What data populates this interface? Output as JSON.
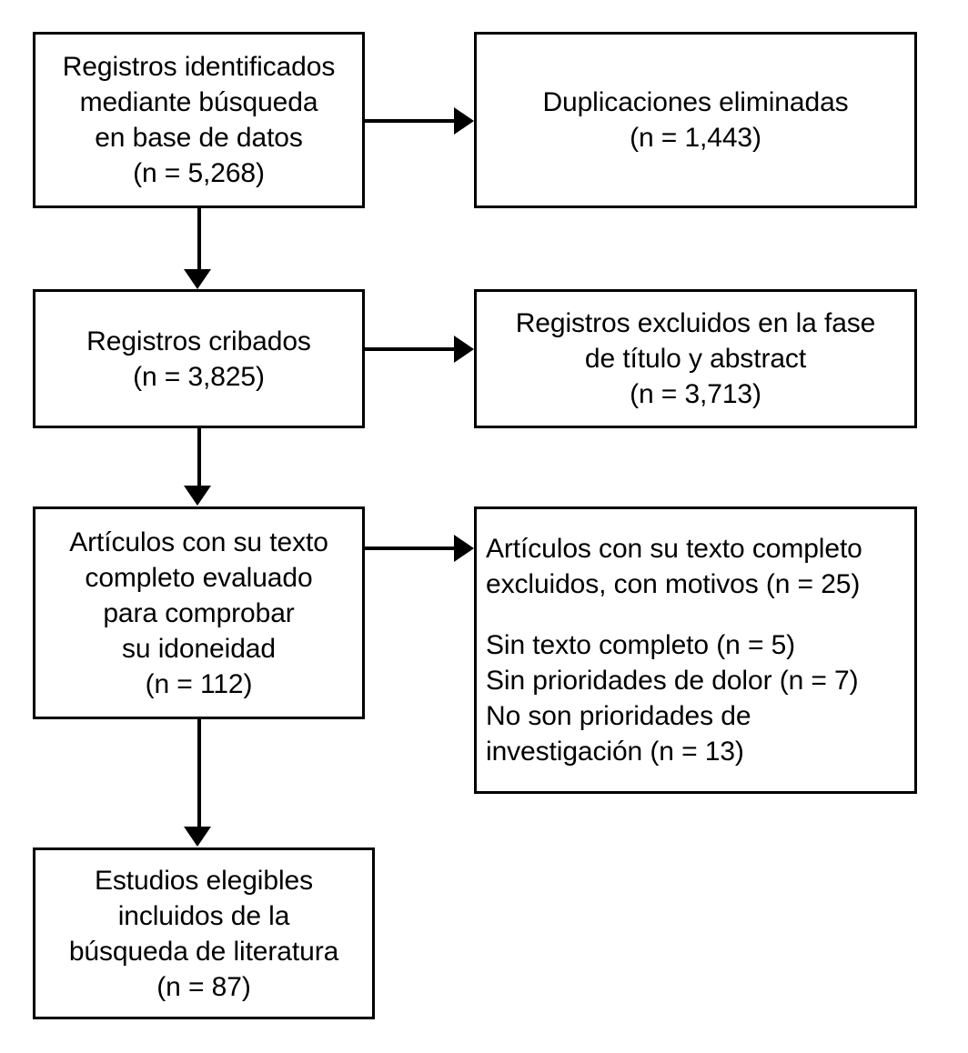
{
  "diagram": {
    "type": "prisma-flow-diagram",
    "language": "es",
    "background_color": "#ffffff",
    "stroke_color": "#000000",
    "text_color": "#000000",
    "boxes": [
      {
        "id": "identified",
        "name": "records-identified",
        "align": "center",
        "lines": [
          "Registros identificados",
          "mediante búsqueda",
          "en base de datos",
          "(n = 5,268)"
        ],
        "count_label": "(n = 5,268)",
        "count": 5268
      },
      {
        "id": "duplicates",
        "name": "duplicates-removed",
        "align": "center",
        "lines": [
          "Duplicaciones eliminadas",
          "(n = 1,443)"
        ],
        "count_label": "(n = 1,443)",
        "count": 1443
      },
      {
        "id": "screened",
        "name": "records-screened",
        "align": "center",
        "lines": [
          "Registros cribados",
          "(n = 3,825)"
        ],
        "count_label": "(n = 3,825)",
        "count": 3825
      },
      {
        "id": "excluded_title_abstract",
        "name": "records-excluded-title-abstract",
        "align": "center",
        "lines": [
          "Registros excluidos en la fase",
          "de título y abstract",
          "(n = 3,713)"
        ],
        "count_label": "(n = 3,713)",
        "count": 3713
      },
      {
        "id": "fulltext_assessed",
        "name": "fulltext-assessed-eligibility",
        "align": "center",
        "lines": [
          "Artículos con su texto",
          "completo evaluado",
          "para comprobar",
          "su idoneidad",
          "(n = 112)"
        ],
        "count_label": "(n = 112)",
        "count": 112
      },
      {
        "id": "fulltext_excluded",
        "name": "fulltext-excluded-with-reasons",
        "align": "left",
        "lines": [
          "Artículos con su texto completo",
          "excluidos, con motivos (n = 25)",
          "",
          "Sin texto completo (n = 5)",
          "Sin prioridades de dolor (n = 7)",
          "No son prioridades de",
          "investigación (n = 13)"
        ],
        "count_label": "(n = 25)",
        "count": 25,
        "reasons": [
          {
            "label": "Sin texto completo",
            "count_label": "(n = 5)",
            "count": 5
          },
          {
            "label": "Sin prioridades de dolor",
            "count_label": "(n = 7)",
            "count": 7
          },
          {
            "label": "No son prioridades de investigación",
            "count_label": "(n = 13)",
            "count": 13
          }
        ]
      },
      {
        "id": "included",
        "name": "eligible-studies-included",
        "align": "center",
        "lines": [
          "Estudios elegibles",
          "incluidos de la",
          "búsqueda de literatura",
          "(n = 87)"
        ],
        "count_label": "(n = 87)",
        "count": 87
      }
    ],
    "connectors": [
      {
        "name": "arrow-identified-to-duplicates",
        "direction": "right",
        "from": "identified",
        "to": "duplicates"
      },
      {
        "name": "arrow-identified-to-screened",
        "direction": "down",
        "from": "identified",
        "to": "screened"
      },
      {
        "name": "arrow-screened-to-excluded-title-abstract",
        "direction": "right",
        "from": "screened",
        "to": "excluded_title_abstract"
      },
      {
        "name": "arrow-screened-to-fulltext",
        "direction": "down",
        "from": "screened",
        "to": "fulltext_assessed"
      },
      {
        "name": "arrow-fulltext-to-fulltext-excluded",
        "direction": "right",
        "from": "fulltext_assessed",
        "to": "fulltext_excluded"
      },
      {
        "name": "arrow-fulltext-to-included",
        "direction": "down",
        "from": "fulltext_assessed",
        "to": "included"
      }
    ]
  }
}
